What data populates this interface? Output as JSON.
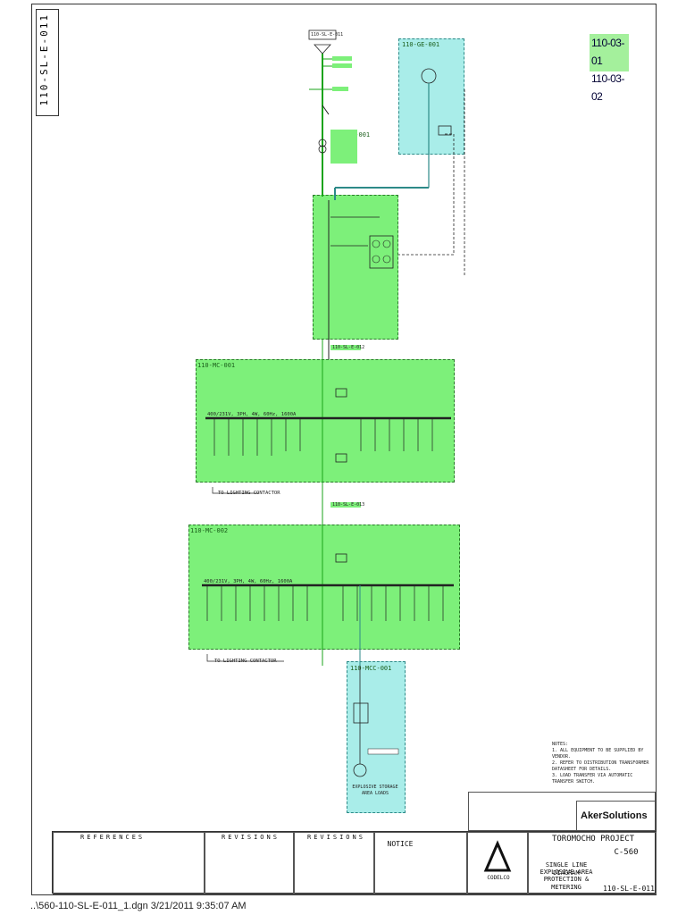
{
  "sheet": {
    "side_tag": "110-SL-E-011",
    "sheet_refs": [
      "110-03-01",
      "110-03-02"
    ],
    "footer_path": "..\\560-110-SL-E-011_1.dgn  3/21/2011 9:35:07 AM"
  },
  "diagram": {
    "incoming_tag": "110-SL-E-011",
    "zones": {
      "transformer_panel": "110-CP-001",
      "generator_panel": "110-GE-001",
      "switchgear_1": "110-MC-001",
      "switchgear_2": "110-MC-002",
      "bottom_feeder": "110-MCC-001"
    },
    "labels": {
      "busbar_1": "400/231V, 3PH, 4W, 60Hz, 1600A",
      "busbar_2": "400/231V, 3PH, 4W, 60Hz, 1600A",
      "spare_note_1": "TO LIGHTING CONTACTOR",
      "spare_note_2": "TO LIGHTING CONTACTOR",
      "tie_1": "110-SL-E-012",
      "tie_2": "110-SL-E-013",
      "bottom_load": "EXPLOSIVE STORAGE AREA LOADS"
    }
  },
  "notes": {
    "heading": "NOTES:",
    "items": [
      "1. ALL EQUIPMENT TO BE SUPPLIED BY VENDOR.",
      "2. REFER TO DISTRIBUTION TRANSFORMER DATASHEET FOR DETAILS.",
      "3. LOAD TRANSFER VIA AUTOMATIC TRANSFER SWITCH."
    ]
  },
  "title_block": {
    "references_header": "REFERENCES",
    "revisions_header": "REVISIONS",
    "revisions_header_2": "REVISIONS",
    "notice_title": "NOTICE",
    "company": "AkerSolutions",
    "client": "CODELCO",
    "project": "TOROMOCHO PROJECT",
    "job_no": "C-560",
    "title_lines": [
      "SINGLE LINE DIAGRAM",
      "EXPLOSIVE AREA",
      "PROTECTION & METERING"
    ],
    "drawing_no": "110-SL-E-011"
  }
}
